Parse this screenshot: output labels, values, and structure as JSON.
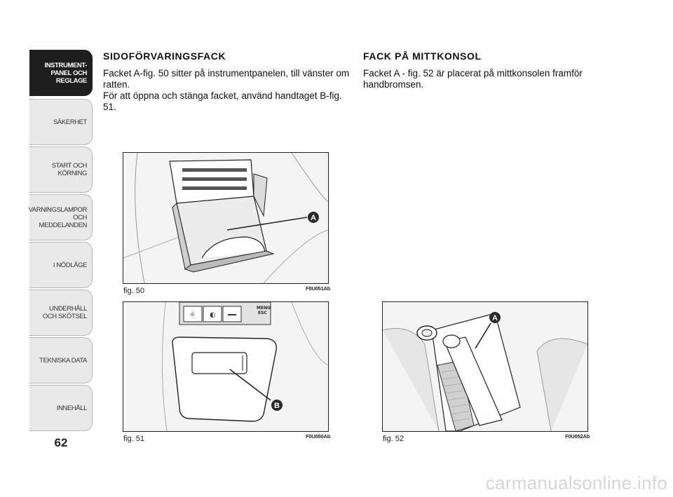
{
  "sidebar": {
    "tabs": [
      {
        "label": "INSTRUMENT-\nPANEL OCH\nREGLAGE",
        "active": true
      },
      {
        "label": "SÄKERHET",
        "active": false
      },
      {
        "label": "START OCH\nKÖRNING",
        "active": false
      },
      {
        "label": "VARNINGSLAMPOR\nOCH\nMEDDELANDEN",
        "active": false
      },
      {
        "label": "I NÖDLÄGE",
        "active": false
      },
      {
        "label": "UNDERHÅLL\nOCH SKÖTSEL",
        "active": false
      },
      {
        "label": "TEKNISKA DATA",
        "active": false
      },
      {
        "label": "INNEHÅLL",
        "active": false
      }
    ]
  },
  "page_number": "62",
  "left_section": {
    "heading": "SIDOFÖRVARINGSFACK",
    "paragraphs": [
      "Facket A-fig. 50 sitter på instrumentpanelen, till vänster om ratten.",
      "För att öppna och stänga facket, använd handtaget B-fig. 51."
    ]
  },
  "right_section": {
    "heading": "FACK PÅ MITTKONSOL",
    "paragraphs": [
      "Facket A - fig. 52 är placerat på mittkonsolen framför handbromsen."
    ]
  },
  "figures": {
    "fig50": {
      "label": "fig. 50",
      "code": "F0U051Ab",
      "callout": "A"
    },
    "fig51": {
      "label": "fig. 51",
      "code": "F0U050Ab",
      "callout": "B",
      "panel_text": "MENU\nESC"
    },
    "fig52": {
      "label": "fig. 52",
      "code": "F0U052Ab",
      "callout": "A"
    }
  },
  "watermark": "carmanualsonline.info",
  "colors": {
    "active_tab": "#1e1e1e",
    "tab": "#e9e9e9",
    "callout": "#2a2a2a"
  }
}
